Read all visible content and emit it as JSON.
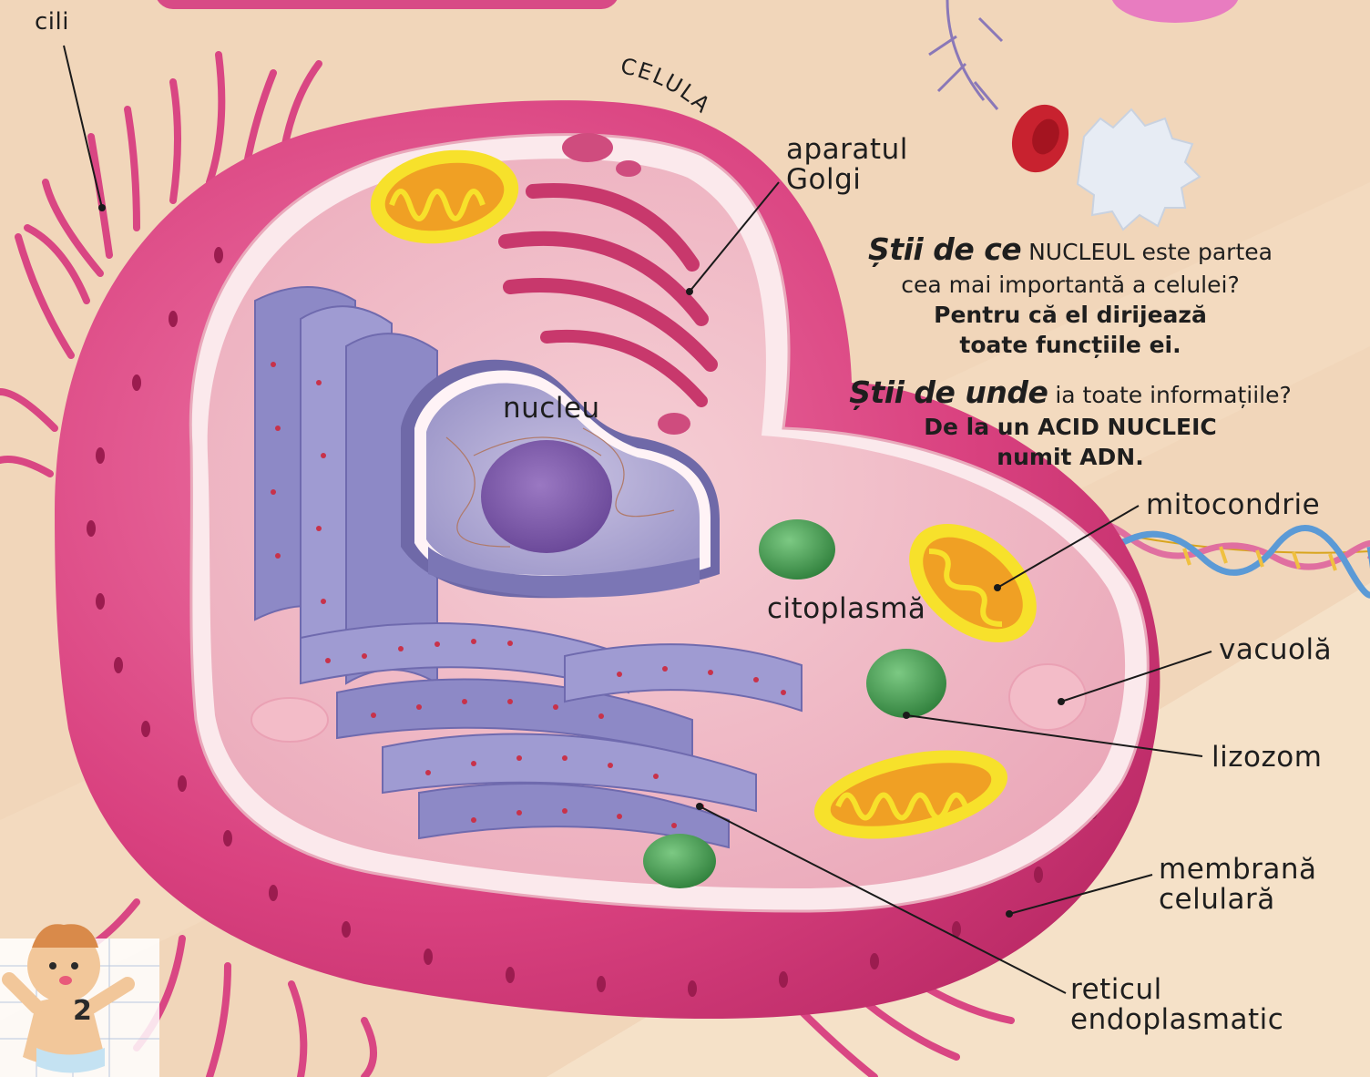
{
  "colors": {
    "background": "#f3dcc3",
    "membrane_outer": "#d63e7c",
    "cytoplasm": "#f0b8c4",
    "er": "#8f8cc8",
    "mitochondria": "#f2d21e",
    "lysosome": "#3f9a4a",
    "nucleolus": "#7d58a8"
  },
  "title": "CELULA",
  "labels": {
    "cili": "cili",
    "golgi_line1": "aparatul",
    "golgi_line2": "Golgi",
    "nucleu": "nucleu",
    "citoplasma": "citoplasmă",
    "mitocondrie": "mitocondrie",
    "vacuola": "vacuolă",
    "lizozom": "lizozom",
    "membrana_line1": "membrană",
    "membrana_line2": "celulară",
    "reticul_line1": "reticul",
    "reticul_line2": "endoplasmatic"
  },
  "qa": {
    "q1_highlight": "Știi de ce",
    "q1_rest": "NUCLEUL este partea",
    "q1_line2": "cea mai importantă a celulei?",
    "a1_line1": "Pentru că el dirijează",
    "a1_line2": "toate funcțiile ei.",
    "q2_highlight": "Știi de unde",
    "q2_rest": "ia toate informațiile?",
    "a2_line1": "De la un ACID NUCLEIC",
    "a2_line2": "numit ADN."
  },
  "page_number": "2"
}
